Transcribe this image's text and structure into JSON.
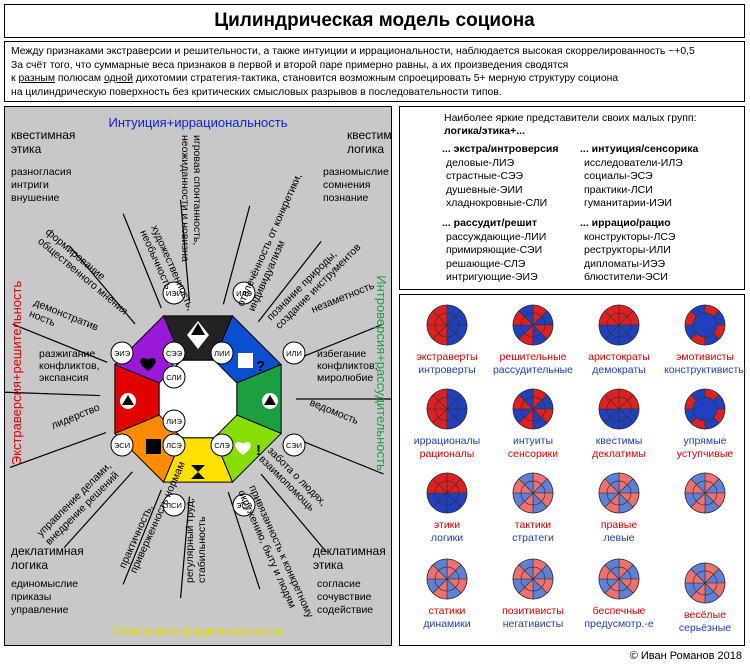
{
  "title": "Цилиндрическая модель соционa",
  "intro": {
    "line1": "Между признаками экстраверсии и решительности, а также интуиции и иррациональности, наблюдается высокая скоррелированность ~+0,5",
    "line2": "За счёт того, что суммарные веса признаков в первой и второй паре примерно равны, а их произведения сводятся",
    "line3a": "к ",
    "line3b": "разным",
    "line3c": " полюсам ",
    "line3d": "одной",
    "line3e": " дихотомии стратегия-тактика, становится возможным спроецировать 5+ мерную структуру соционa",
    "line4": "на цилиндрическую поверхность без критических смысловых разрывов в последовательности типов."
  },
  "model": {
    "axis_top": "Интуиция+иррациональность",
    "axis_bottom": "Сенсорика+рациональность",
    "axis_left": "Экстраверсия+решительность",
    "axis_right": "Интроверсия+рассудительность",
    "corner_tl_title": "квестимная\nэтика",
    "corner_tl_items": "разногласия\nинтриги\nвнушение",
    "corner_tr_title": "квестимная\nлогика",
    "corner_tr_items": "разномыслие\nсомнения\nпознание",
    "corner_bl_title": "деклатимная\nлогика",
    "corner_bl_items": "единомыслие\nприказы\nуправление",
    "corner_br_title": "деклатимная\nэтика",
    "corner_br_items": "согласие\nсочувствие\nсодействие",
    "rays": [
      "художественность,\nнеобычность",
      "игровая спонтанность,\nнеожиданности и новизна",
      "отвлечённость от конкретики,\nиндивидуализм",
      "формирование\nобщественного мнения",
      "познание природы,\nсоздание инструментов",
      "демонстратив\nность",
      "незаметность",
      "разжигание\nконфликтов,\nэкспансия",
      "избегание\nконфликтов,\nмиролюбие",
      "лидерство",
      "ведомость",
      "управление делами,\nвнедрение решений",
      "забота о людях,\nвзаимопомощь",
      "практичность,\nприверженность нормам",
      "регулярный труд,\nстабильность",
      "привязанность к конкретному\nокружению, быту и людям"
    ],
    "types": [
      "ИЭИ",
      "ИЛЭ",
      "ЭИЭ",
      "ИЛИ",
      "ЛИИ",
      "СЭЭ",
      "СЛИ",
      "ЛИЭ",
      "ЭСИ",
      "СЛЭ",
      "ЛСИ",
      "ЭСЭ",
      "ЛСЭ",
      "СЭИ"
    ],
    "glyphs": {
      "question": "?",
      "excl": "!"
    }
  },
  "groups": {
    "header1": "Наиболее яркие представители своих малых групп:",
    "header2": "логика/этика+...",
    "col1": [
      {
        "head": "... экстра/интроверсия",
        "items": [
          "деловые-ЛИЭ",
          "страстные-СЭЭ",
          "душевные-ЭИИ",
          "хладнокровные-СЛИ"
        ]
      },
      {
        "head": "... рассудит/решит",
        "items": [
          "рассуждающие-ЛИИ",
          "примиряющие-СЭИ",
          "решающие-СЛЭ",
          "интригующие-ЭИЭ"
        ]
      }
    ],
    "col2": [
      {
        "head": "... интуиция/сенсорика",
        "items": [
          "исследователи-ИЛЭ",
          "социалы-ЭСЭ",
          "практики-ЛСИ",
          "гуманитарии-ИЭИ"
        ]
      },
      {
        "head": "... иррацио/рацио",
        "items": [
          "конструкторы-ЛСЭ",
          "реструкторы-ИЛИ",
          "дипломаты-ИЭЭ",
          "блюстители-ЭСИ"
        ]
      }
    ]
  },
  "dichotomies": [
    {
      "a": "экстраверты",
      "b": "интроверты",
      "a_color": "#e00000",
      "b_color": "#2040c0"
    },
    {
      "a": "решительные",
      "b": "рассудительные",
      "a_color": "#e00000",
      "b_color": "#2040c0"
    },
    {
      "a": "аристократы",
      "b": "демократы",
      "a_color": "#e00000",
      "b_color": "#2040c0"
    },
    {
      "a": "эмотивисты",
      "b": "конструктивисты",
      "a_color": "#e00000",
      "b_color": "#2040c0"
    },
    {
      "a": "иррационалы",
      "b": "рационалы",
      "a_color": "#2040c0",
      "b_color": "#e00000"
    },
    {
      "a": "интуиты",
      "b": "сенсорики",
      "a_color": "#2040c0",
      "b_color": "#e00000"
    },
    {
      "a": "квестимы",
      "b": "деклатимы",
      "a_color": "#2040c0",
      "b_color": "#e00000"
    },
    {
      "a": "упрямые",
      "b": "уступчивые",
      "a_color": "#2040c0",
      "b_color": "#e00000"
    },
    {
      "a": "этики",
      "b": "логики",
      "a_color": "#e00000",
      "b_color": "#2040c0"
    },
    {
      "a": "тактики",
      "b": "стратеги",
      "a_color": "#e00000",
      "b_color": "#2040c0"
    },
    {
      "a": "правые",
      "b": "левые",
      "a_color": "#e00000",
      "b_color": "#2040c0"
    },
    {
      "a": "",
      "b": "",
      "a_color": "#e00000",
      "b_color": "#2040c0"
    },
    {
      "a": "статики",
      "b": "динамики",
      "a_color": "#e00000",
      "b_color": "#2040c0"
    },
    {
      "a": "позитивисты",
      "b": "негативисты",
      "a_color": "#e00000",
      "b_color": "#2040c0"
    },
    {
      "a": "беспечные",
      "b": "предусмотр.-е",
      "a_color": "#e00000",
      "b_color": "#2040c0"
    },
    {
      "a": "весёлые",
      "b": "серьёзные",
      "a_color": "#e00000",
      "b_color": "#2040c0"
    }
  ],
  "footer": "© Иван Романов 2018",
  "colors": {
    "red": "#e00000",
    "orange": "#ff8c00",
    "yellow": "#ffe000",
    "lime": "#88dd00",
    "green": "#1aa040",
    "blue": "#0a4fd0",
    "purple": "#9a18d8",
    "panel": "#c8c8c8"
  }
}
